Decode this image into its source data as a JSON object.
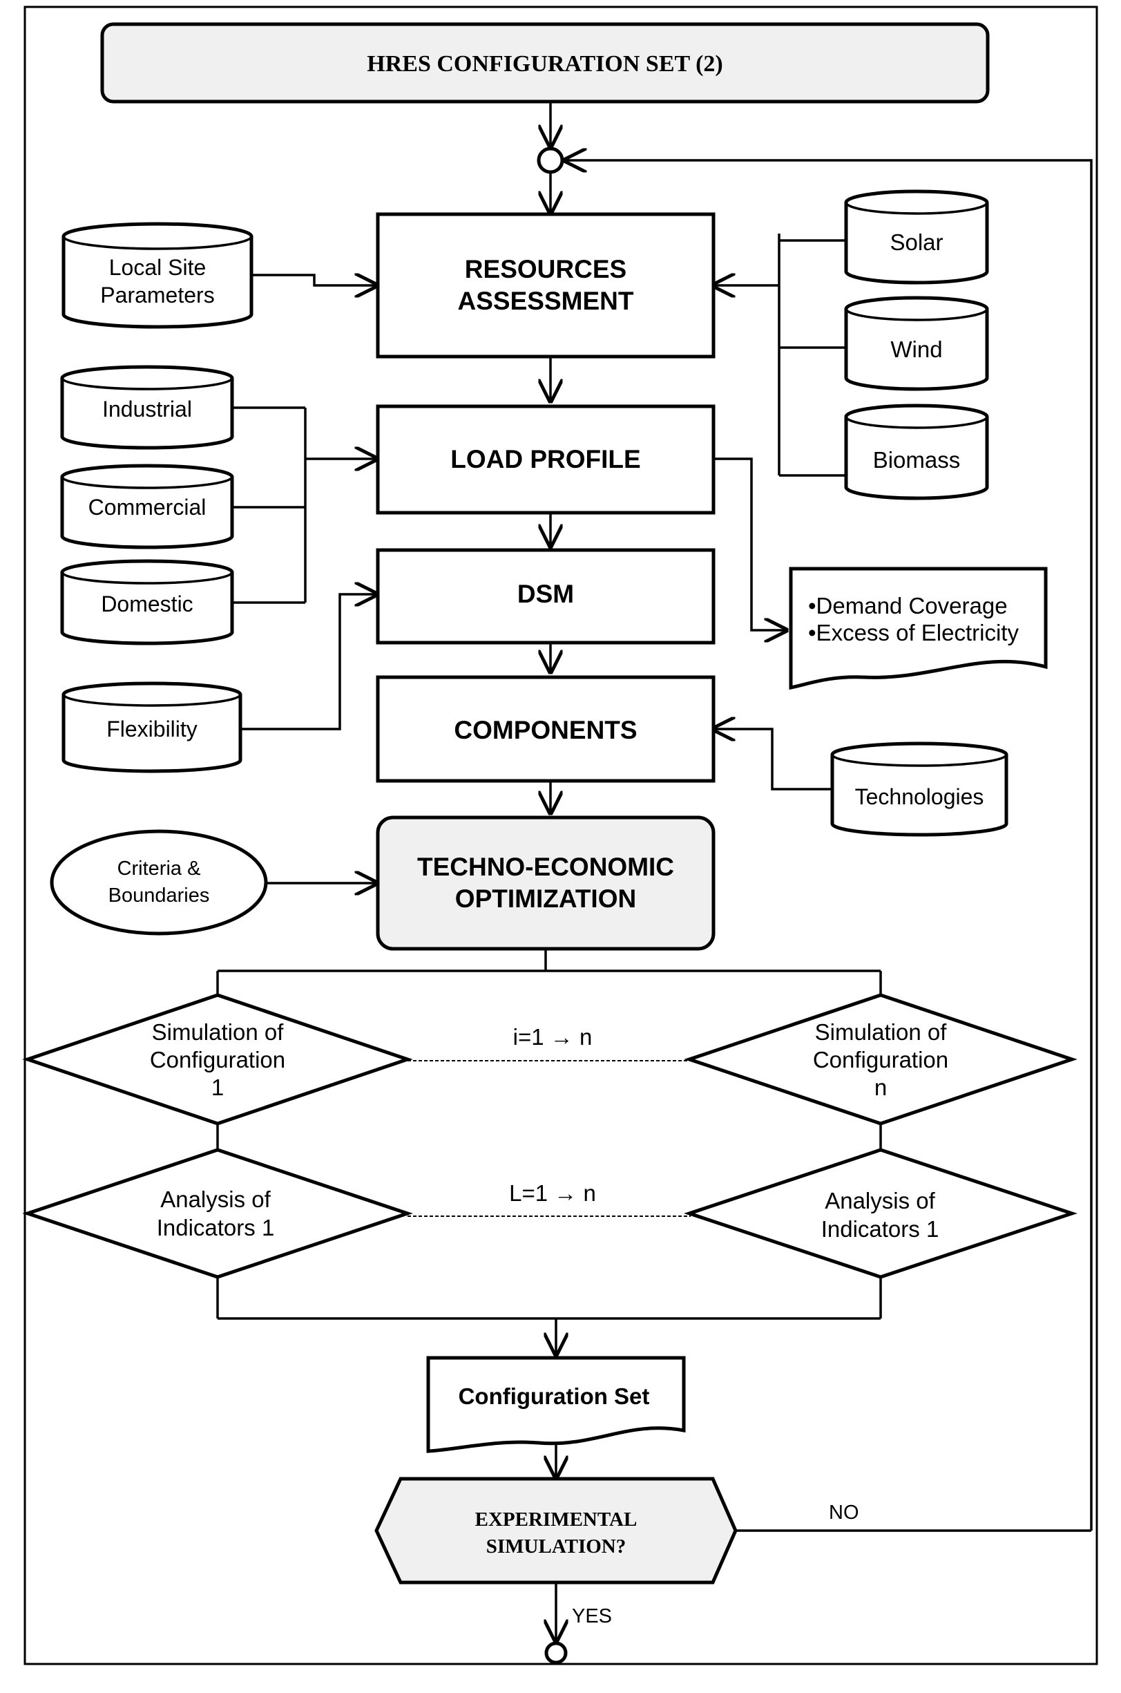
{
  "header": {
    "title": "HRES CONFIGURATION  SET (2)"
  },
  "inputs": {
    "local_site": [
      "Local Site",
      "Parameters"
    ],
    "solar": "Solar",
    "wind": "Wind",
    "biomass": "Biomass",
    "industrial": "Industrial",
    "commercial": "Commercial",
    "domestic": "Domestic",
    "flexibility": "Flexibility",
    "technologies": "Technologies",
    "criteria": [
      "Criteria  &",
      "Boundaries"
    ]
  },
  "process": {
    "resources": [
      "RESOURCES",
      "ASSESSMENT"
    ],
    "load_profile": "LOAD PROFILE",
    "dsm": "DSM",
    "components": "COMPONENTS",
    "techno": [
      "TECHNO-ECONOMIC",
      "OPTIMIZATION"
    ]
  },
  "outputs": {
    "demand": [
      "•Demand Coverage",
      "•Excess of Electricity"
    ]
  },
  "loop": {
    "sim_first": [
      "Simulation of",
      "Configuration",
      "1"
    ],
    "sim_last": [
      "Simulation of",
      "Configuration",
      "n"
    ],
    "sim_range": "i=1 → n",
    "ana_first": [
      "Analysis of",
      "Indicators 1"
    ],
    "ana_last": [
      "Analysis of",
      "Indicators 1"
    ],
    "ana_range": "L=1 → n"
  },
  "result": {
    "config_set": "Configuration Set"
  },
  "decision": {
    "question": [
      "EXPERIMENTAL",
      "SIMULATION?"
    ],
    "no": "NO",
    "yes": "YES"
  }
}
